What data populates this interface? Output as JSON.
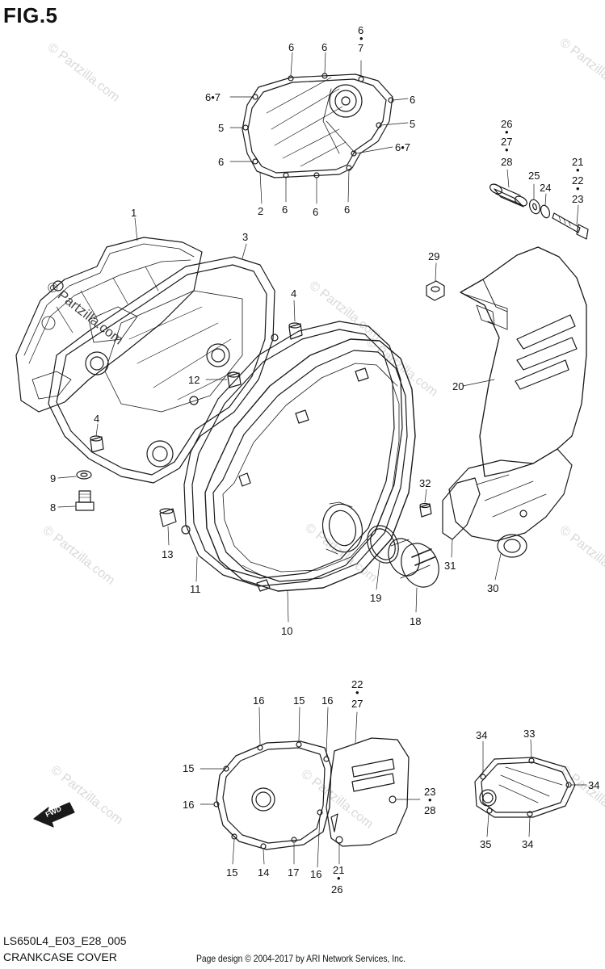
{
  "figure": {
    "title": "FIG.5",
    "code": "LS650L4_E03_E28_005",
    "name": "CRANKCASE COVER"
  },
  "footer": {
    "copyright": "Page design © 2004-2017 by ARI Network Services, Inc."
  },
  "watermark": {
    "text": "© Partzilla.com",
    "strong_text": "© Partzilla.com"
  },
  "fwd": {
    "label": "FWD"
  },
  "callouts": [
    {
      "id": "c-6a",
      "text": "6"
    },
    {
      "id": "c-6b",
      "text": "6"
    },
    {
      "id": "c-6c",
      "text": "6"
    },
    {
      "id": "c-dot-1",
      "text": "•"
    },
    {
      "id": "c-7a",
      "text": "7"
    },
    {
      "id": "c-67a",
      "text": "6•7"
    },
    {
      "id": "c-6d",
      "text": "6"
    },
    {
      "id": "c-5a",
      "text": "5"
    },
    {
      "id": "c-5b",
      "text": "5"
    },
    {
      "id": "c-67b",
      "text": "6•7"
    },
    {
      "id": "c-6e",
      "text": "6"
    },
    {
      "id": "c-2",
      "text": "2"
    },
    {
      "id": "c-6f",
      "text": "6"
    },
    {
      "id": "c-6g",
      "text": "6"
    },
    {
      "id": "c-6h",
      "text": "6"
    },
    {
      "id": "c-26a",
      "text": "26"
    },
    {
      "id": "c-dot-2",
      "text": "•"
    },
    {
      "id": "c-27a",
      "text": "27"
    },
    {
      "id": "c-dot-3",
      "text": "•"
    },
    {
      "id": "c-28a",
      "text": "28"
    },
    {
      "id": "c-25",
      "text": "25"
    },
    {
      "id": "c-24",
      "text": "24"
    },
    {
      "id": "c-21a",
      "text": "21"
    },
    {
      "id": "c-dot-4",
      "text": "•"
    },
    {
      "id": "c-22a",
      "text": "22"
    },
    {
      "id": "c-dot-5",
      "text": "•"
    },
    {
      "id": "c-23a",
      "text": "23"
    },
    {
      "id": "c-1",
      "text": "1"
    },
    {
      "id": "c-3",
      "text": "3"
    },
    {
      "id": "c-29",
      "text": "29"
    },
    {
      "id": "c-4a",
      "text": "4"
    },
    {
      "id": "c-12",
      "text": "12"
    },
    {
      "id": "c-20",
      "text": "20"
    },
    {
      "id": "c-4b",
      "text": "4"
    },
    {
      "id": "c-9",
      "text": "9"
    },
    {
      "id": "c-8",
      "text": "8"
    },
    {
      "id": "c-32",
      "text": "32"
    },
    {
      "id": "c-13",
      "text": "13"
    },
    {
      "id": "c-11",
      "text": "11"
    },
    {
      "id": "c-31",
      "text": "31"
    },
    {
      "id": "c-30",
      "text": "30"
    },
    {
      "id": "c-19",
      "text": "19"
    },
    {
      "id": "c-18",
      "text": "18"
    },
    {
      "id": "c-10",
      "text": "10"
    },
    {
      "id": "c-22b",
      "text": "22"
    },
    {
      "id": "c-dot-6",
      "text": "•"
    },
    {
      "id": "c-27b",
      "text": "27"
    },
    {
      "id": "c-16a",
      "text": "16"
    },
    {
      "id": "c-15a",
      "text": "15"
    },
    {
      "id": "c-16b",
      "text": "16"
    },
    {
      "id": "c-15b",
      "text": "15"
    },
    {
      "id": "c-16c",
      "text": "16"
    },
    {
      "id": "c-23b",
      "text": "23"
    },
    {
      "id": "c-dot-7",
      "text": "•"
    },
    {
      "id": "c-28b",
      "text": "28"
    },
    {
      "id": "c-15c",
      "text": "15"
    },
    {
      "id": "c-14",
      "text": "14"
    },
    {
      "id": "c-17",
      "text": "17"
    },
    {
      "id": "c-16d",
      "text": "16"
    },
    {
      "id": "c-21b",
      "text": "21"
    },
    {
      "id": "c-dot-8",
      "text": "•"
    },
    {
      "id": "c-26b",
      "text": "26"
    },
    {
      "id": "c-34a",
      "text": "34"
    },
    {
      "id": "c-33",
      "text": "33"
    },
    {
      "id": "c-34b",
      "text": "34"
    },
    {
      "id": "c-35",
      "text": "35"
    },
    {
      "id": "c-34c",
      "text": "34"
    }
  ]
}
